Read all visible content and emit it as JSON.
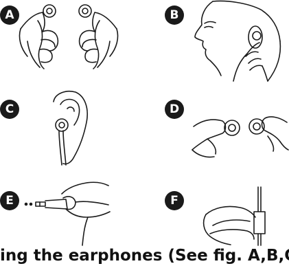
{
  "caption": "ing the earphones (See fig. A,B,C)",
  "panels": [
    {
      "letter": "A"
    },
    {
      "letter": "B"
    },
    {
      "letter": "C"
    },
    {
      "letter": "D"
    },
    {
      "letter": "E"
    },
    {
      "letter": "F"
    }
  ],
  "colors": {
    "ink": "#1a1a1a",
    "background": "#ffffff"
  }
}
